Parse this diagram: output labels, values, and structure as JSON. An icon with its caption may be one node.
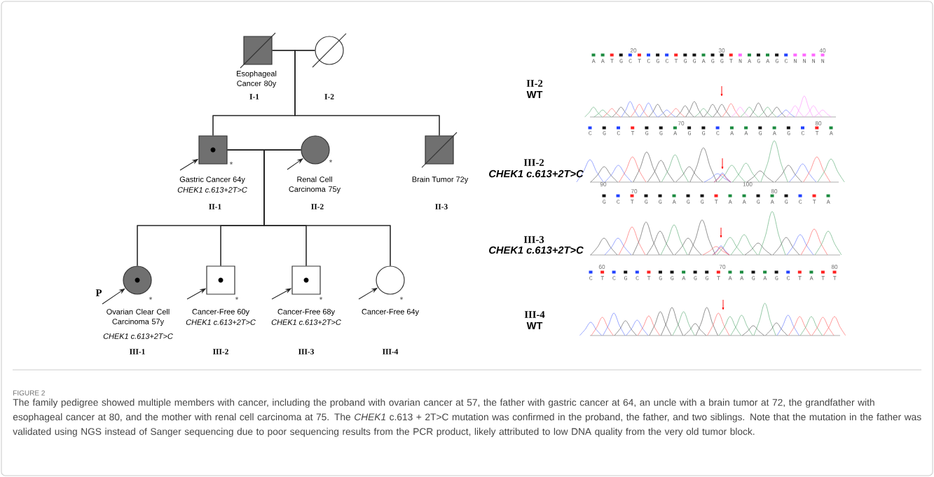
{
  "diagram": {
    "title": "FIGURE 2",
    "caption": "The family pedigree showed multiple members with cancer, including the proband with ovarian cancer at 57, the father with gastric cancer at 64, an uncle with a brain tumor at 72, the grandfather with esophageal cancer at 80, and the mother with renal cell carcinoma at 75. The *CHEK1* c.613 + 2T>C mutation was confirmed in the proband, the father, and two siblings. Note that the mutation in the father was validated using NGS instead of Sanger sequencing due to poor sequencing results from the PCR product, likely attributed to low DNA quality from the very old tumor block.",
    "nodes": [
      {
        "text": [
          "Esophageal Cancer 80y",
          "I-1"
        ]
      },
      {
        "text": [
          "I-2"
        ]
      },
      {
        "text": [
          "Gastric Cancer 64y",
          "CHEK1 c.613+2T>C",
          "II-1"
        ],
        "beside": [
          "*"
        ]
      },
      {
        "text": [
          "Renal Cell Carcinoma 75y",
          "II-2"
        ],
        "beside": [
          "*"
        ]
      },
      {
        "text": [
          "Brain Tumor 72y",
          "II-3"
        ]
      },
      {
        "text": [
          "Ovarian Clear Cell Carcinoma 57y",
          "CHEK1 c.613+2T>C",
          "III-1"
        ],
        "beside": [
          "P",
          "*"
        ]
      },
      {
        "text": [
          "Cancer-Free 60y",
          "CHEK1 c.613+2T>C",
          "III-2"
        ],
        "beside": [
          "*"
        ]
      },
      {
        "text": [
          "Cancer-Free 68y",
          "CHEK1 c.613+2T>C",
          "III-3"
        ],
        "beside": [
          "*"
        ]
      },
      {
        "text": [
          "Cancer-Free 64y",
          "III-4"
        ],
        "beside": [
          "*"
        ]
      }
    ],
    "edges": [
      {
        "from": 0,
        "to": 1,
        "arrow": "none"
      },
      {
        "from": 0,
        "to": 2,
        "arrow": "none"
      },
      {
        "from": 1,
        "to": 2,
        "arrow": "none"
      },
      {
        "from": 0,
        "to": 4,
        "arrow": "none"
      },
      {
        "from": 1,
        "to": 4,
        "arrow": "none"
      },
      {
        "from": 2,
        "to": 3,
        "arrow": "none"
      },
      {
        "from": 2,
        "to": 5,
        "arrow": "none"
      },
      {
        "from": 3,
        "to": 5,
        "arrow": "none"
      },
      {
        "from": 2,
        "to": 6,
        "arrow": "none"
      },
      {
        "from": 3,
        "to": 6,
        "arrow": "none"
      },
      {
        "from": 2,
        "to": 7,
        "arrow": "none"
      },
      {
        "from": 3,
        "to": 7,
        "arrow": "none"
      },
      {
        "from": 2,
        "to": 8,
        "arrow": "none"
      },
      {
        "from": 3,
        "to": 8,
        "arrow": "none"
      },
      {
        "from": null,
        "to": 2,
        "arrow": "to"
      },
      {
        "from": null,
        "to": 3,
        "arrow": "to"
      },
      {
        "from": null,
        "to": 5,
        "arrow": "to"
      },
      {
        "from": null,
        "to": 6,
        "arrow": "to"
      },
      {
        "from": null,
        "to": 7,
        "arrow": "to"
      },
      {
        "from": null,
        "to": 8,
        "arrow": "to"
      }
    ],
    "labels": [
      "20",
      "30",
      "40",
      "A A T G C T C G C T G G A G G T N A G A G C N N N N",
      "II-2",
      "WT",
      "70",
      "80",
      "C G C T G G A G G C A A G A G C T A",
      "III-2",
      "CHEK1 c.613+2T>C",
      "90",
      "100",
      "70",
      "80",
      "G C T G G A G G T A A G A G C T A",
      "III-3",
      "CHEK1 c.613+2T>C",
      "60",
      "70",
      "80",
      "C T C G C T G G A G G T A A G A G C T A T T",
      "III-4",
      "WT"
    ]
  }
}
